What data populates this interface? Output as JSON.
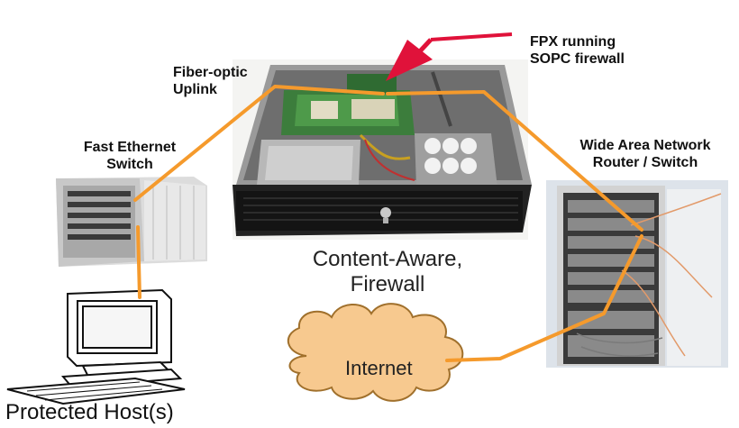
{
  "colors": {
    "link_line": "#f59a2c",
    "arrow": "#e0123a",
    "cloud_fill": "#f7c98f",
    "cloud_stroke": "#a0702c",
    "text": "#111111"
  },
  "labels": {
    "fpx_line1": "FPX running",
    "fpx_line2": "SOPC firewall",
    "fiber_line1": "Fiber-optic",
    "fiber_line2": "Uplink",
    "switch_line1": "Fast Ethernet",
    "switch_line2": "Switch",
    "wan_line1": "Wide Area Network",
    "wan_line2": "Router / Switch",
    "firewall_line1": "Content-Aware,",
    "firewall_line2": "Firewall",
    "internet": "Internet",
    "host": "Protected Host(s)"
  },
  "icons": {
    "firewall": "rack-server-photo",
    "switch": "network-switch-photo",
    "router": "equipment-rack-photo",
    "host": "desktop-computer-icon",
    "internet": "cloud-icon"
  }
}
